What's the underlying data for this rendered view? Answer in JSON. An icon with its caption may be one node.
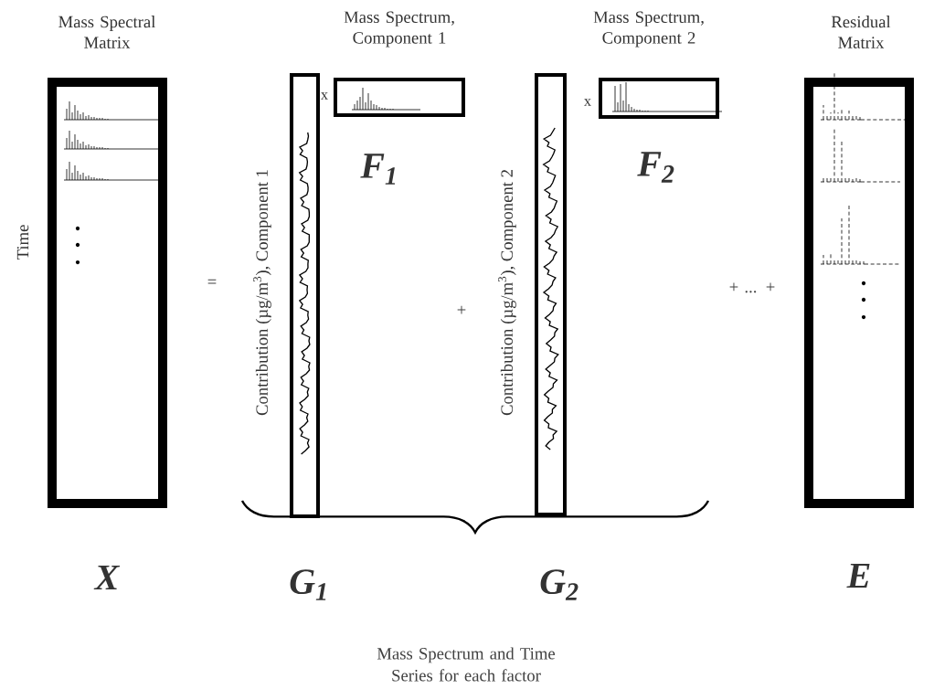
{
  "diagram": {
    "nodes": [
      {
        "text": [
          "Mass Spectral Matrix"
        ],
        "beside": [
          "Time",
          "X"
        ]
      },
      {
        "text": [],
        "shape": "box",
        "beside": [
          "Contribution (µg/m$^{3}$), Component 1",
          "G$_{1}$"
        ]
      },
      {
        "text": [
          "Mass Spectrum, Component 1"
        ],
        "beside": [
          "x",
          "F$_{1}$"
        ]
      },
      {
        "text": [],
        "shape": "box",
        "beside": [
          "Contribution (µg/m$^{3}$), Component 2",
          "G$_{2}$"
        ]
      },
      {
        "text": [
          "Mass Spectrum, Component 2"
        ],
        "beside": [
          "x",
          "F$_{2}$"
        ]
      },
      {
        "text": [
          "Residual Matrix"
        ],
        "beside": [
          "E"
        ]
      }
    ],
    "labels": [
      "=",
      "+",
      "+ ... +",
      "Mass Spectrum and Time Series for each factor"
    ]
  }
}
